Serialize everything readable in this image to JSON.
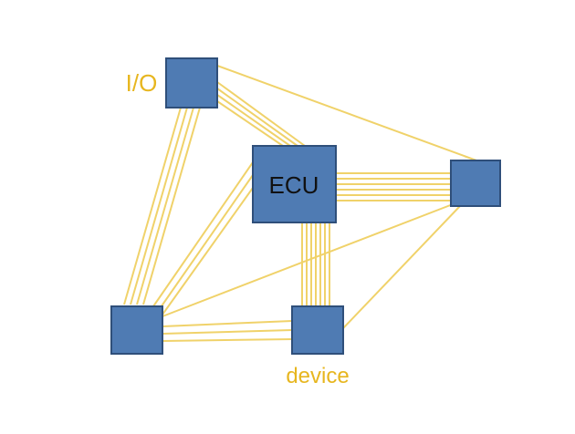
{
  "diagram": {
    "colors": {
      "background": "#ffffff",
      "node_fill": "#4f7bb3",
      "node_stroke": "#2f4f7a",
      "wire": "#f0d26a",
      "label": "#e7b61f",
      "ecu_text": "#111111"
    },
    "nodes": {
      "io": {
        "label": "I/O"
      },
      "ecu": {
        "label": "ECU"
      },
      "right": {
        "label": ""
      },
      "bottom_left": {
        "label": ""
      },
      "device": {
        "label": "device"
      }
    },
    "connections": [
      {
        "from": "io",
        "to": "bottom_left",
        "wires": 4
      },
      {
        "from": "io",
        "to": "ecu",
        "wires": 4
      },
      {
        "from": "io",
        "to": "right",
        "wires": 1
      },
      {
        "from": "ecu",
        "to": "right",
        "wires": 6
      },
      {
        "from": "ecu",
        "to": "device",
        "wires": 7
      },
      {
        "from": "ecu",
        "to": "bottom_left",
        "wires": 3
      },
      {
        "from": "bottom_left",
        "to": "device",
        "wires": 3
      },
      {
        "from": "bottom_left",
        "to": "right",
        "wires": 1
      },
      {
        "from": "device",
        "to": "right",
        "wires": 1
      }
    ]
  }
}
